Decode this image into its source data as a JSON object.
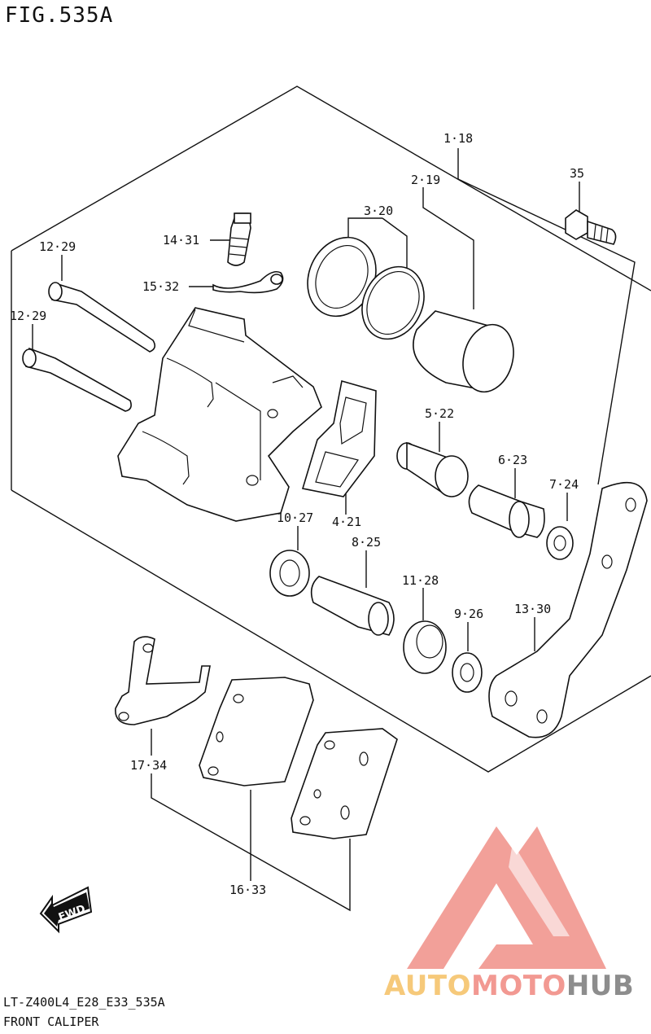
{
  "figure": {
    "title": "FIG.535A",
    "model_code": "LT-Z400L4_E28_E33_535A",
    "section": "FRONT CALIPER"
  },
  "callouts": [
    {
      "id": "c1",
      "text": "1·18"
    },
    {
      "id": "c2",
      "text": "2·19"
    },
    {
      "id": "c3",
      "text": "3·20"
    },
    {
      "id": "c35",
      "text": "35"
    },
    {
      "id": "c14",
      "text": "14·31"
    },
    {
      "id": "c15",
      "text": "15·32"
    },
    {
      "id": "c12a",
      "text": "12·29"
    },
    {
      "id": "c12b",
      "text": "12·29"
    },
    {
      "id": "c5",
      "text": "5·22"
    },
    {
      "id": "c6",
      "text": "6·23"
    },
    {
      "id": "c7",
      "text": "7·24"
    },
    {
      "id": "c10",
      "text": "10·27"
    },
    {
      "id": "c4",
      "text": "4·21"
    },
    {
      "id": "c8",
      "text": "8·25"
    },
    {
      "id": "c11",
      "text": "11·28"
    },
    {
      "id": "c9",
      "text": "9·26"
    },
    {
      "id": "c13",
      "text": "13·30"
    },
    {
      "id": "c17",
      "text": "17·34"
    },
    {
      "id": "c16",
      "text": "16·33"
    }
  ],
  "fwd_arrow": {
    "label": "FWD"
  },
  "watermark": {
    "part1": "AUTO",
    "part2": "MOTO",
    "part3": "HUB",
    "colors": {
      "auto": "#f5c063",
      "moto": "#f08880",
      "hub": "#7a7a7a",
      "triangle": "#f09088"
    }
  }
}
